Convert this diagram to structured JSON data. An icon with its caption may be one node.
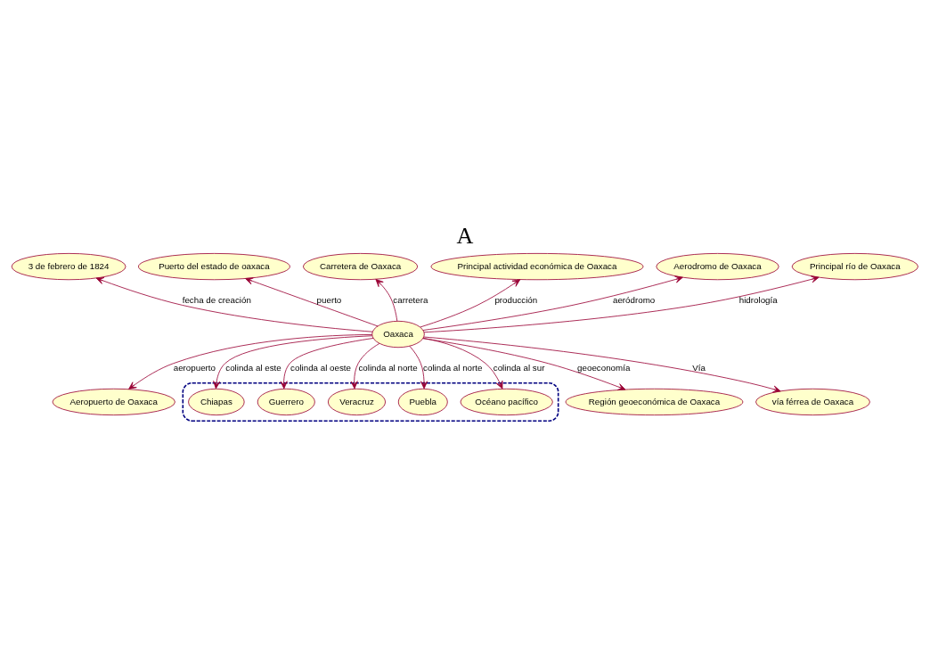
{
  "diagram": {
    "title": "A",
    "nodes": [
      {
        "text": [
          "3 de febrero de 1824"
        ]
      },
      {
        "text": [
          "Puerto del estado de oaxaca"
        ]
      },
      {
        "text": [
          "Carretera de Oaxaca"
        ]
      },
      {
        "text": [
          "Principal actividad económica de Oaxaca"
        ]
      },
      {
        "text": [
          "Aerodromo de Oaxaca"
        ]
      },
      {
        "text": [
          "Principal río de Oaxaca"
        ]
      },
      {
        "text": [
          "Oaxaca"
        ]
      },
      {
        "text": [
          "Aeropuerto de Oaxaca"
        ]
      },
      {
        "text": [],
        "shape": "box"
      },
      {
        "text": [
          "Chiapas"
        ],
        "in": 8
      },
      {
        "text": [
          "Región geoeconómica de Oaxaca"
        ]
      },
      {
        "text": [
          "Guerrero"
        ],
        "in": 8
      },
      {
        "text": [
          "Veracruz"
        ],
        "in": 8
      },
      {
        "text": [
          "Puebla"
        ],
        "in": 8
      },
      {
        "text": [
          "Océano pacífico"
        ],
        "in": 8
      },
      {
        "text": [
          "vía férrea de Oaxaca"
        ]
      }
    ],
    "edges": [
      {
        "from": 6,
        "to": 0,
        "arrow": "to",
        "label": "fecha de creación"
      },
      {
        "from": 6,
        "to": 1,
        "arrow": "to",
        "label": "puerto"
      },
      {
        "from": 6,
        "to": 2,
        "arrow": "to",
        "label": "carretera"
      },
      {
        "from": 6,
        "to": 3,
        "arrow": "to",
        "label": "producción"
      },
      {
        "from": 6,
        "to": 4,
        "arrow": "to",
        "label": "aeródromo"
      },
      {
        "from": 6,
        "to": 5,
        "arrow": "to",
        "label": "hidrología"
      },
      {
        "from": 6,
        "to": 7,
        "arrow": "to",
        "label": "aeropuerto"
      },
      {
        "from": 6,
        "to": 9,
        "arrow": "to",
        "label": "colinda al este"
      },
      {
        "from": 6,
        "to": 10,
        "arrow": "to",
        "label": "geoeconomía"
      },
      {
        "from": 6,
        "to": 11,
        "arrow": "to",
        "label": "colinda al oeste"
      },
      {
        "from": 6,
        "to": 12,
        "arrow": "to",
        "label": "colinda al norte"
      },
      {
        "from": 6,
        "to": 13,
        "arrow": "to",
        "label": "colinda al norte"
      },
      {
        "from": 6,
        "to": 14,
        "arrow": "to",
        "label": "colinda al sur"
      },
      {
        "from": 6,
        "to": 15,
        "arrow": "to",
        "label": "Vía"
      }
    ]
  }
}
